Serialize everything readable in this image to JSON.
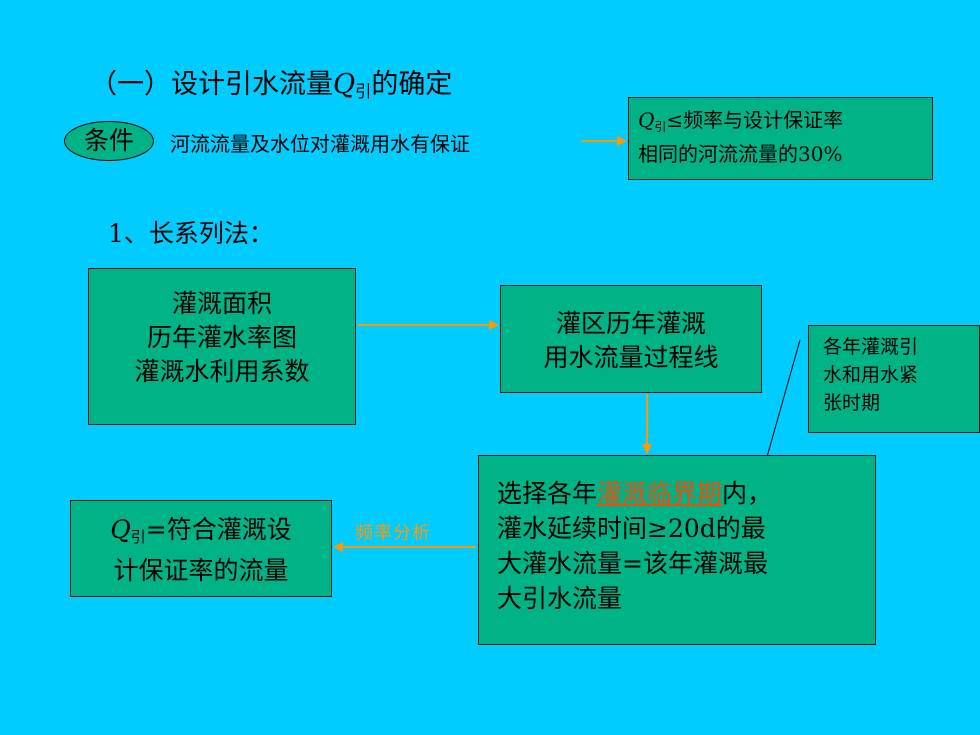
{
  "title": {
    "prefix": "（一）设计引水流量",
    "q": "Q",
    "sub": "引",
    "suffix": "的确定"
  },
  "condition": {
    "oval_label": "条件",
    "text": "河流流量及水位对灌溉用水有保证"
  },
  "note": {
    "q": "Q",
    "sub": "引",
    "line1_rest": "≤频率与设计保证率",
    "line2": "相同的河流流量的30%"
  },
  "method_label": "1、长系列法：",
  "boxes": {
    "input": [
      "灌溉面积",
      "历年灌水率图",
      "灌溉水利用系数"
    ],
    "process": [
      "灌区历年灌溉",
      "用水流量过程线"
    ],
    "annotation": [
      "各年灌溉引",
      "水和用水紧",
      "张时期"
    ],
    "select": {
      "pre": "选择各年",
      "link": "灌溉临界期",
      "post": "内，",
      "line2": "灌水延续时间≥20d的最",
      "line3": "大灌水流量=该年灌溉最",
      "line4": "大引水流量"
    },
    "result": {
      "q": "Q",
      "sub": "引",
      "line1_rest": "=符合灌溉设",
      "line2": "计保证率的流量"
    }
  },
  "arrow_label": "频率分析",
  "colors": {
    "background": "#00CCFF",
    "box_fill": "#00B386",
    "arrow": "#FF9900",
    "link": "#E8500F"
  }
}
